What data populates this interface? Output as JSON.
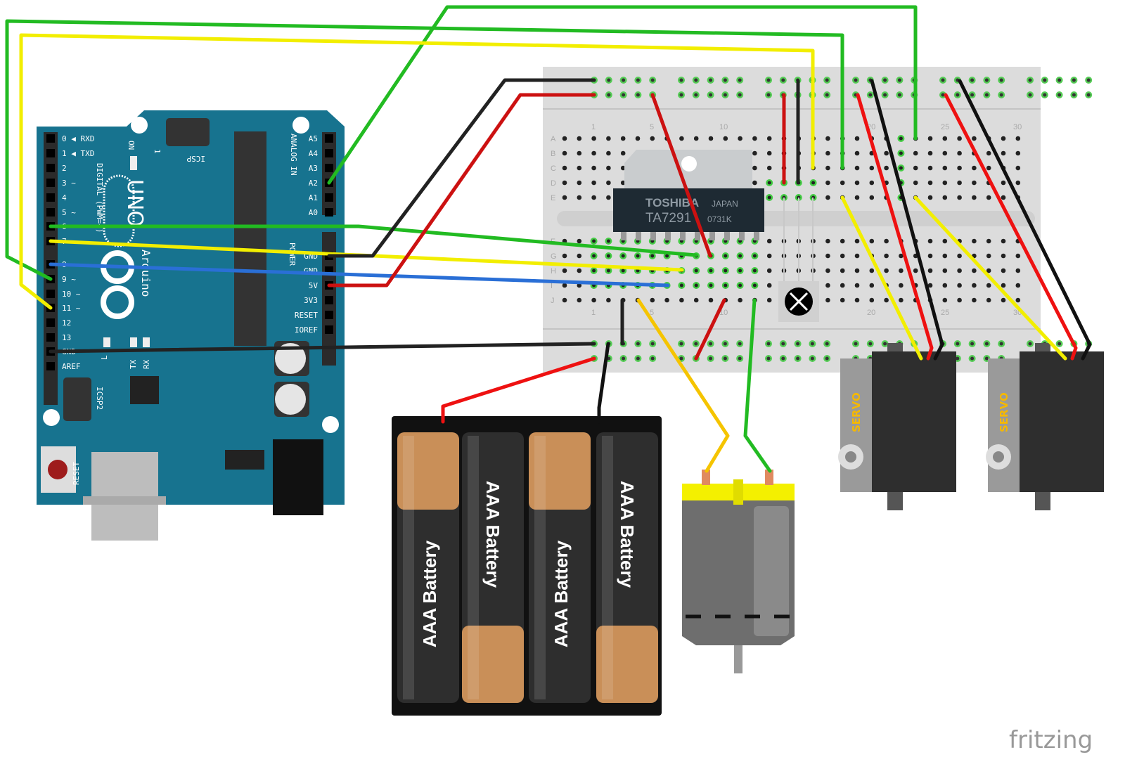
{
  "colors": {
    "board": "#17738f",
    "breadboard": "#d9d9d9",
    "wire_green": "#22bb22",
    "wire_yellow": "#f2ee00",
    "wire_blue": "#2a6fd6",
    "wire_red": "#cc1111",
    "wire_black": "#222222",
    "motor_cap": "#f4f000",
    "battery_tan": "#c98f58",
    "battery_dark": "#2e2e2e"
  },
  "arduino": {
    "logo": "UNO",
    "brand": "Arduino",
    "trademark": "TM",
    "on_label": "ON",
    "icsp_label": "ICSP",
    "icsp_pin1": "1",
    "icsp2_label": "ICSP2",
    "reset_label": "RESET",
    "led_l": "L",
    "led_tx": "TX",
    "led_rx": "RX",
    "digital_label": "DIGITAL (PWM=~)",
    "digital_pins": [
      "0 ◀ RXD",
      "1 ◀ TXD",
      "2",
      "3 ~",
      "4",
      "5 ~",
      "6 ~",
      "7",
      "8",
      "9 ~",
      "10 ~",
      "11 ~",
      "12",
      "13",
      "GND",
      "AREF"
    ],
    "analog_label": "ANALOG IN",
    "analog_pins": [
      "A5",
      "A4",
      "A3",
      "A2",
      "A1",
      "A0"
    ],
    "power_label": "POWER",
    "power_pins": [
      "GND",
      "GND",
      "5V",
      "3V3",
      "RESET",
      "IOREF"
    ]
  },
  "breadboard": {
    "columns": [
      "1",
      "5",
      "10",
      "20",
      "25",
      "30"
    ],
    "rows": [
      "A",
      "B",
      "C",
      "D",
      "E",
      "F",
      "G",
      "H",
      "I",
      "J"
    ]
  },
  "chip": {
    "maker": "TOSHIBA",
    "origin": "JAPAN",
    "part": "TA7291",
    "code": "0731K"
  },
  "batteries": [
    "AAA Battery",
    "AAA Battery",
    "AAA Battery",
    "AAA Battery"
  ],
  "servos": [
    "SERVO",
    "SERVO"
  ],
  "watermark": "fritzing"
}
